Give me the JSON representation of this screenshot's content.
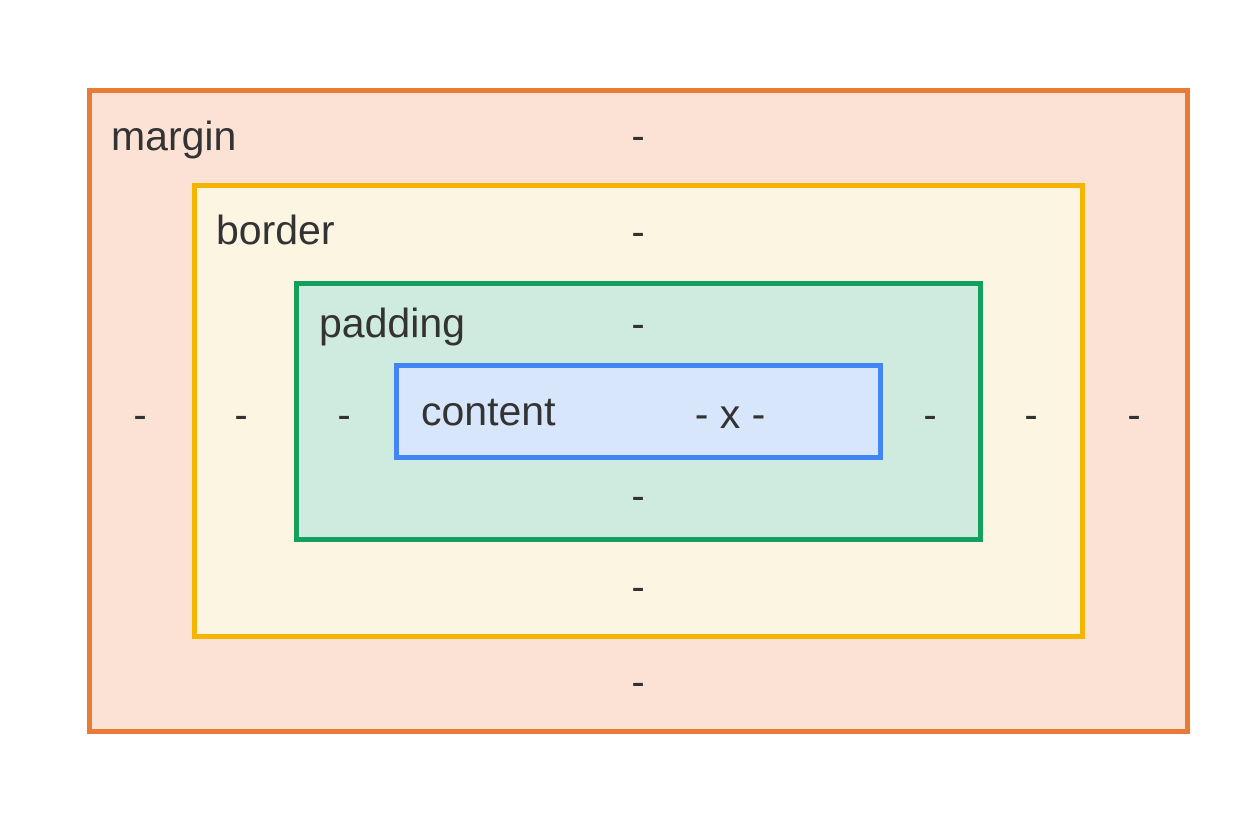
{
  "colors": {
    "margin_border": "#ea7b36",
    "margin_fill": "#fce2d5",
    "border_border": "#f4b400",
    "border_fill": "#fcf5e1",
    "padding_border": "#12a05c",
    "padding_fill": "#cfeade",
    "content_border": "#4285f4",
    "content_fill": "#d7e6fb",
    "text": "#333333"
  },
  "margin": {
    "label": "margin",
    "top": "-",
    "right": "-",
    "bottom": "-",
    "left": "-"
  },
  "border": {
    "label": "border",
    "top": "-",
    "right": "-",
    "bottom": "-",
    "left": "-"
  },
  "padding": {
    "label": "padding",
    "top": "-",
    "right": "-",
    "bottom": "-",
    "left": "-"
  },
  "content": {
    "label": "content",
    "dimensions": "- x -"
  }
}
